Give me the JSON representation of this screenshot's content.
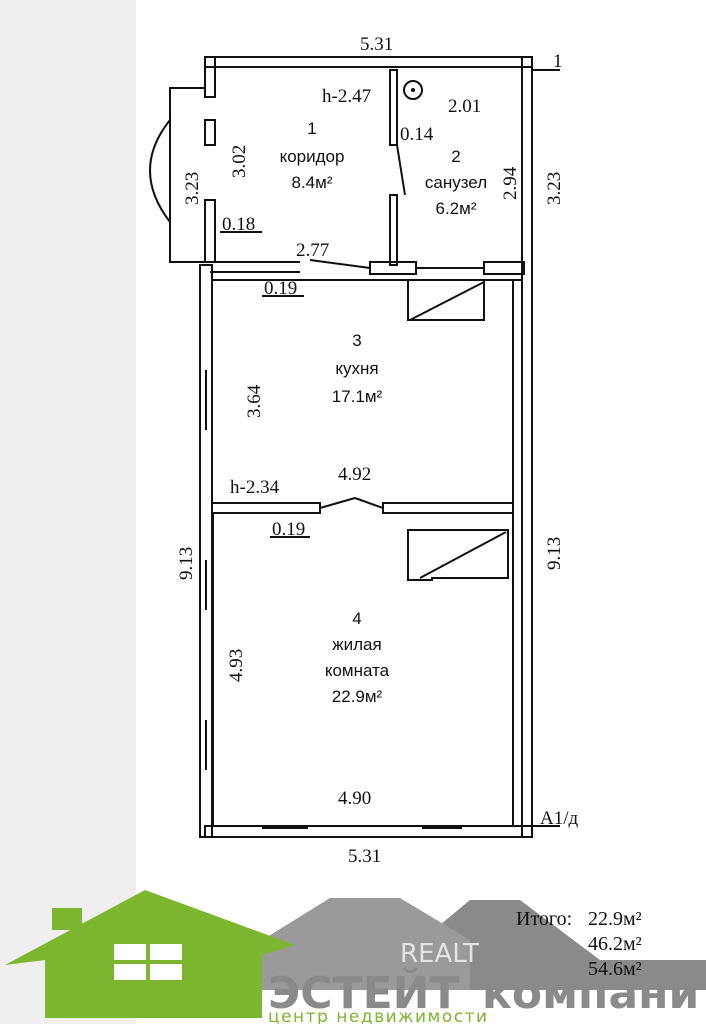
{
  "plan": {
    "dimensions": {
      "top_overall": "5.31",
      "bottom_overall": "5.31",
      "left_total": "9.13",
      "right_total": "9.13",
      "left_upper": "3.23",
      "right_upper": "3.23",
      "corridor_height": "3.02",
      "bath_height": "2.94",
      "bath_width": "2.01",
      "partition_thickness_1": "0.14",
      "wall_thickness_1": "0.18",
      "wall_thickness_2": "0.19",
      "wall_thickness_3": "0.19",
      "kitchen_width": "2.77",
      "kitchen_height": "3.64",
      "divider_width": "4.92",
      "room_height": "4.93",
      "room_width": "4.90",
      "ceiling_1": "h-2.47",
      "ceiling_2": "h-2.34"
    },
    "section_marks": {
      "mark_1": "1",
      "mark_a1": "A1/д"
    },
    "rooms": [
      {
        "number": "1",
        "name": "коридор",
        "area": "8.4м²"
      },
      {
        "number": "2",
        "name": "санузел",
        "area": "6.2м²"
      },
      {
        "number": "3",
        "name": "кухня",
        "area": "17.1м²"
      },
      {
        "number": "4",
        "name_line1": "жилая",
        "name_line2": "комната",
        "area": "22.9м²"
      }
    ]
  },
  "totals": {
    "label": "Итого:",
    "values": [
      "22.9м²",
      "46.2м²",
      "54.6м²"
    ]
  },
  "logo": {
    "brand_part1": "ЭСТЕЙТ",
    "brand_part2": "компани",
    "tagline": "центр недвижимости",
    "watermark": "REALT"
  },
  "colors": {
    "green": "#7cb52e",
    "gray": "#9a9a9a",
    "dark_gray": "#8a8a8a"
  }
}
